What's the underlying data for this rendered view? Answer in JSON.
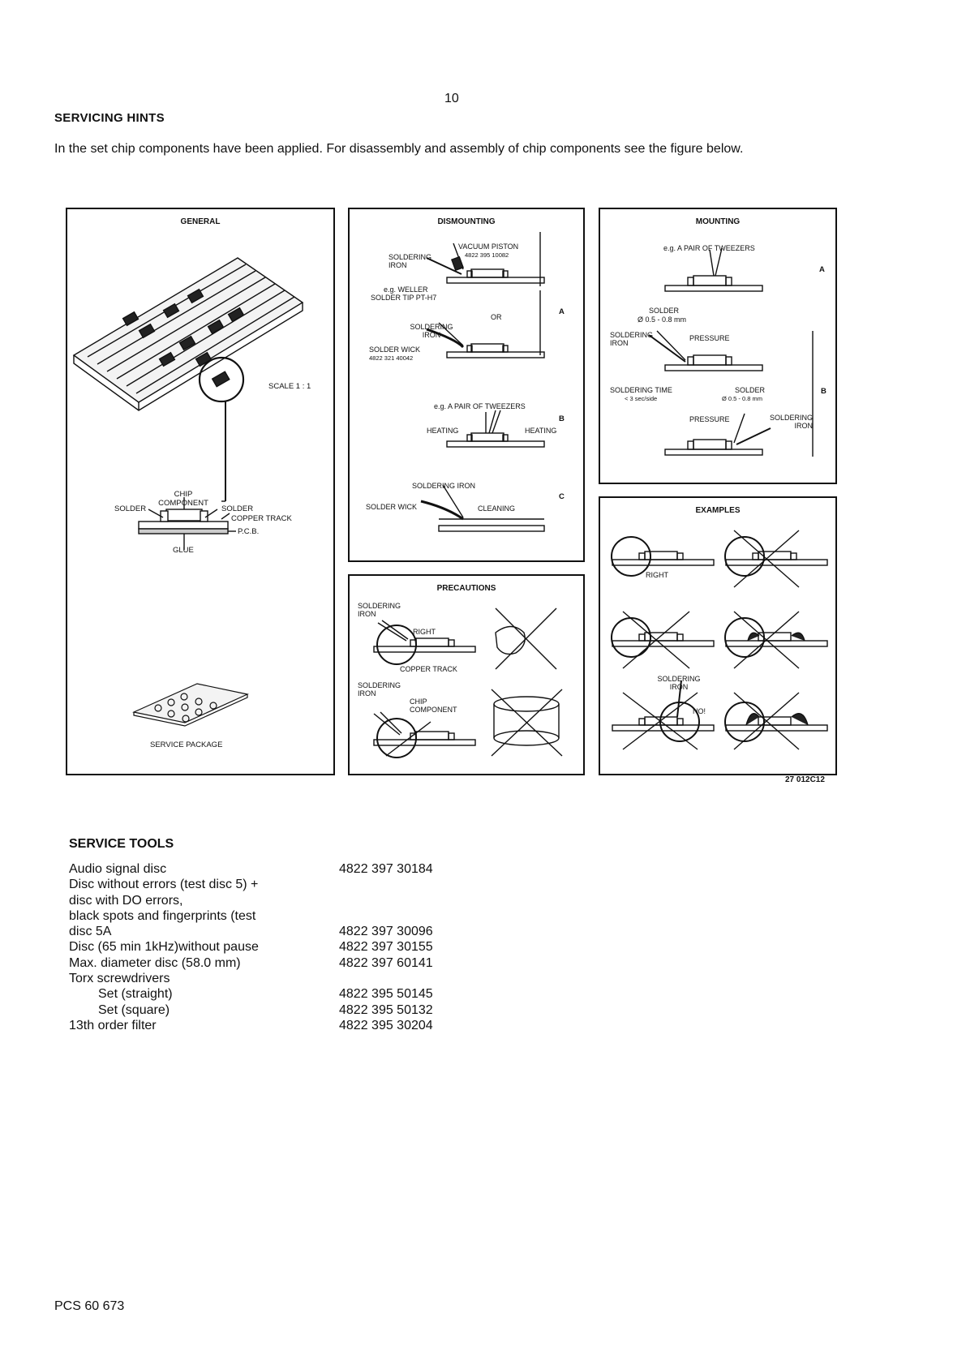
{
  "page_number": "10",
  "heading": "SERVICING HINTS",
  "intro": "In the set chip components have been applied. For disassembly and assembly of chip components see the figure below.",
  "figure": {
    "code": "27 012C12",
    "general": {
      "title": "GENERAL",
      "scale": "SCALE 1 : 1",
      "chip_component": "CHIP COMPONENT",
      "solder_left": "SOLDER",
      "solder_right": "SOLDER",
      "copper_track": "COPPER TRACK",
      "pcb": "P.C.B.",
      "glue": "GLUE",
      "service_package": "SERVICE PACKAGE"
    },
    "dismounting": {
      "title": "DISMOUNTING",
      "vacuum_piston": "VACUUM PISTON",
      "vacuum_piston_code": "4822 395 10082",
      "soldering_iron": "SOLDERING IRON",
      "weller": "e.g. WELLER",
      "solder_tip": "SOLDER TIP PT-H7",
      "or": "OR",
      "soldering_iron_2": "SOLDERING IRON",
      "solder_wick": "SOLDER WICK",
      "solder_wick_code": "4822 321 40042",
      "tweezers": "e.g. A PAIR OF TWEEZERS",
      "heating_left": "HEATING",
      "heating_right": "HEATING",
      "soldering_iron_3": "SOLDERING IRON",
      "solder_wick_2": "SOLDER WICK",
      "cleaning": "CLEANING",
      "mark_a": "A",
      "mark_b": "B",
      "mark_c": "C"
    },
    "mounting": {
      "title": "MOUNTING",
      "tweezers": "e.g. A PAIR OF TWEEZERS",
      "solder": "SOLDER",
      "solder_dia": "Ø 0.5 - 0.8 mm",
      "soldering_iron": "SOLDERING IRON",
      "pressure": "PRESSURE",
      "soldering_time": "SOLDERING TIME",
      "time_value": "< 3 sec/side",
      "solder_2": "SOLDER",
      "solder_dia_2": "Ø 0.5 - 0.8 mm",
      "pressure_2": "PRESSURE",
      "soldering_iron_2": "SOLDERING IRON",
      "mark_a": "A",
      "mark_b": "B"
    },
    "precautions": {
      "title": "PRECAUTIONS",
      "soldering_iron": "SOLDERING IRON",
      "right": "RIGHT",
      "copper_track": "COPPER TRACK",
      "soldering_iron_2": "SOLDERING IRON",
      "chip_component": "CHIP COMPONENT"
    },
    "examples": {
      "title": "EXAMPLES",
      "right": "RIGHT",
      "soldering_iron": "SOLDERING IRON",
      "no": "NO!"
    }
  },
  "service_tools": {
    "heading": "SERVICE TOOLS",
    "rows": [
      {
        "name": "Audio signal disc",
        "code": "4822 397 30184",
        "indent": false
      },
      {
        "name": "Disc without errors (test disc 5) +",
        "code": "",
        "indent": false
      },
      {
        "name": "disc with DO errors,",
        "code": "",
        "indent": false
      },
      {
        "name": "black spots and fingerprints (test",
        "code": "",
        "indent": false
      },
      {
        "name": "disc 5A",
        "code": "4822 397 30096",
        "indent": false
      },
      {
        "name": "Disc (65 min 1kHz)without pause",
        "code": "4822 397 30155",
        "indent": false
      },
      {
        "name": "Max. diameter disc (58.0 mm)",
        "code": "4822 397 60141",
        "indent": false
      },
      {
        "name": "Torx screwdrivers",
        "code": "",
        "indent": false
      },
      {
        "name": "Set (straight)",
        "code": "4822 395 50145",
        "indent": true
      },
      {
        "name": "Set (square)",
        "code": "4822 395 50132",
        "indent": true
      },
      {
        "name": "13th order filter",
        "code": "4822 395 30204",
        "indent": false
      }
    ]
  },
  "footer": "PCS 60 673"
}
